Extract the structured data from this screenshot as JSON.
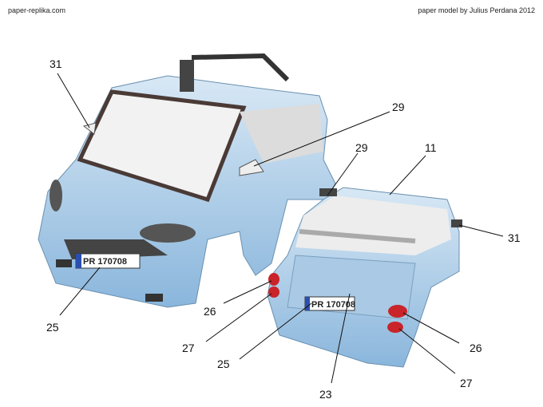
{
  "header": {
    "site": "paper-replika.com",
    "credit": "paper model by Julius Perdana 2012"
  },
  "plates": {
    "front": "PR 170708",
    "rear": "PR 170708"
  },
  "callouts": [
    {
      "id": "31"
    },
    {
      "id": "29"
    },
    {
      "id": "29"
    },
    {
      "id": "11"
    },
    {
      "id": "31"
    },
    {
      "id": "26"
    },
    {
      "id": "25"
    },
    {
      "id": "27"
    },
    {
      "id": "25"
    },
    {
      "id": "23"
    },
    {
      "id": "26"
    },
    {
      "id": "27"
    }
  ],
  "colors": {
    "body": "#9cc3e4",
    "interior": "#e8e8e8",
    "trim": "#3a3a3a"
  }
}
